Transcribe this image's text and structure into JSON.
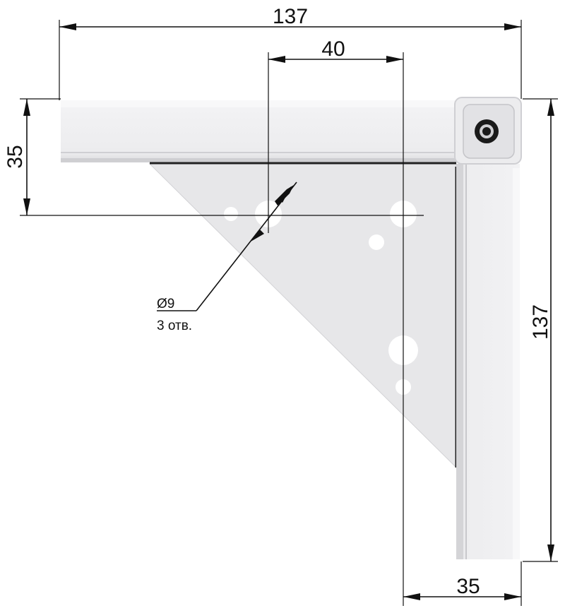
{
  "dimensions": {
    "top_width": "137",
    "hole_spacing": "40",
    "left_height": "35",
    "right_height": "137",
    "bottom_width": "35"
  },
  "callout": {
    "diameter": "Ø9",
    "count": "3 отв."
  },
  "colors": {
    "profile_face": "#ececee",
    "profile_edge": "#c9c9cd",
    "gusset": "#e6e6e8",
    "hole": "#ffffff",
    "line": "#111111"
  }
}
